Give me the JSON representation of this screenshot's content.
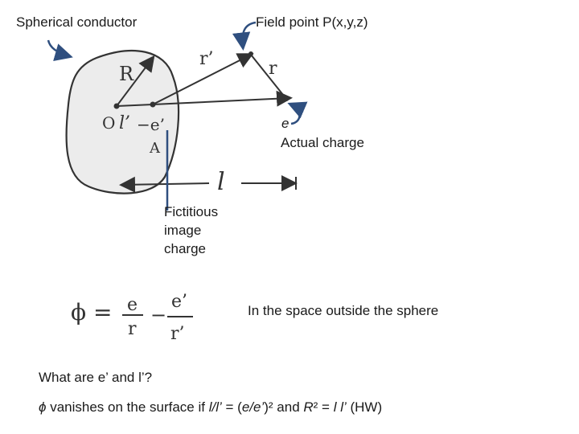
{
  "labels": {
    "spherical_conductor": "Spherical conductor",
    "field_point": "Field point P(x,y,z)",
    "e_label": "e",
    "actual_charge": "Actual charge",
    "fictitious_line1": "Fictitious",
    "fictitious_line2": "image",
    "fictitious_line3": "charge",
    "space_outside": "In the space outside the sphere",
    "question": "What are e’ and l’?",
    "condition": {
      "phi": "ϕ",
      "t1": " vanishes on the surface if ",
      "t2": "l/l’",
      "t3": " = (",
      "t4": "e/e’",
      "t5": ")² and ",
      "t6": "R",
      "t7": "² = ",
      "t8": "l l’",
      "t9": "  (HW)"
    }
  },
  "handwritten": {
    "R": "R",
    "r_prime": "r’",
    "r": "r",
    "O": "O",
    "l_prime": "l’",
    "minus_e_prime": "−e’",
    "A": "A",
    "l": "l",
    "formula_phi": "ϕ =",
    "formula_e": "e",
    "formula_r": "r",
    "formula_minus": "−",
    "formula_e_prime": "e’",
    "formula_r_prime": "r’"
  },
  "colors": {
    "pen": "#333333",
    "accent_arrow": "#2f4f7f"
  }
}
